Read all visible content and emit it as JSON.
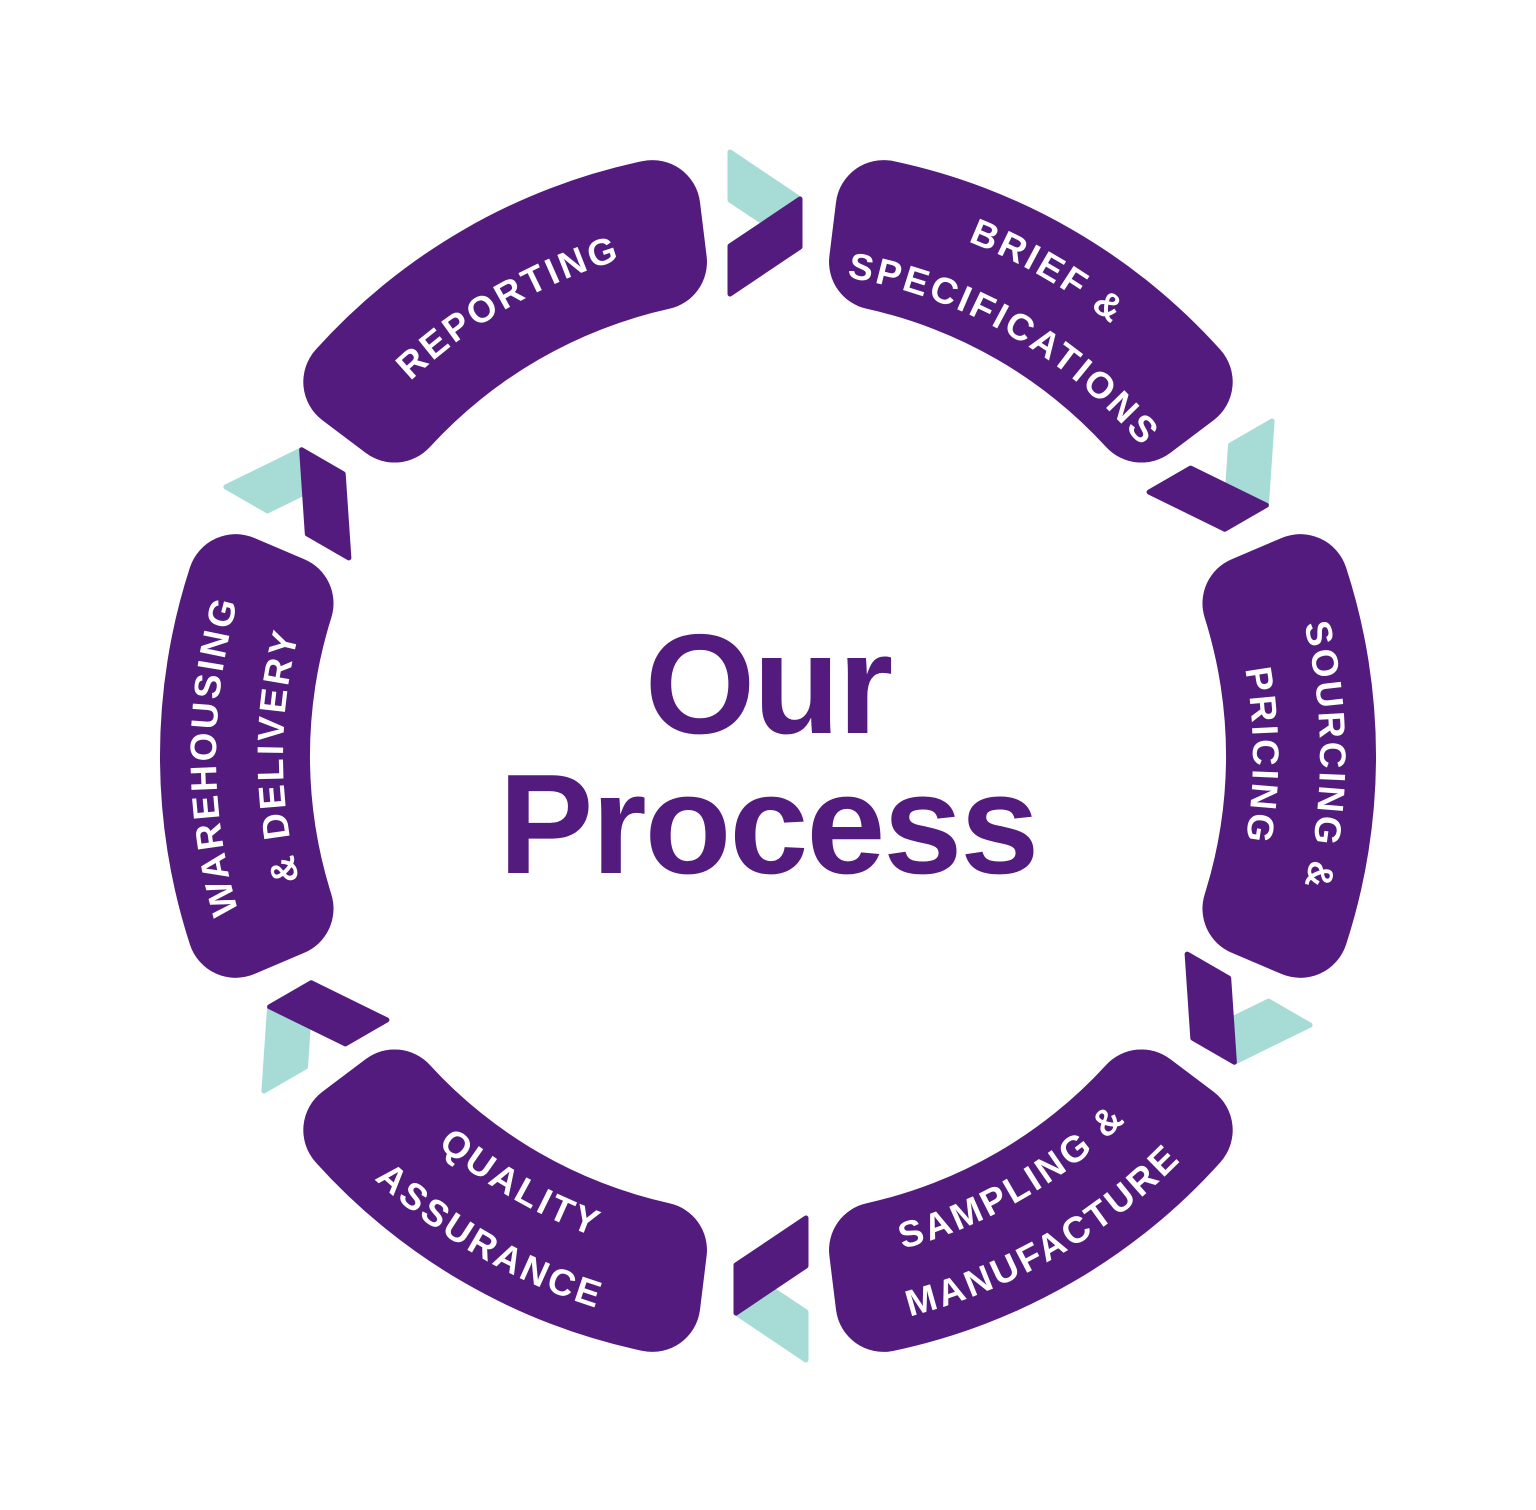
{
  "diagram": {
    "title": {
      "line1": "Our",
      "line2": "Process"
    },
    "steps": [
      {
        "id": "brief-specifications",
        "lines": [
          "BRIEF &",
          "SPECIFICATIONS"
        ],
        "angle": 60,
        "flip": false
      },
      {
        "id": "sourcing-pricing",
        "lines": [
          "SOURCING &",
          "PRICING"
        ],
        "angle": 0,
        "flip": false
      },
      {
        "id": "sampling-manufacture",
        "lines": [
          "SAMPLING &",
          "MANUFACTURE"
        ],
        "angle": 300,
        "flip": true
      },
      {
        "id": "quality-assurance",
        "lines": [
          "QUALITY",
          "ASSURANCE"
        ],
        "angle": 240,
        "flip": true
      },
      {
        "id": "warehousing-delivery",
        "lines": [
          "WAREHOUSING",
          "& DELIVERY"
        ],
        "angle": 180,
        "flip": false
      },
      {
        "id": "reporting",
        "lines": [
          "REPORTING"
        ],
        "angle": 120,
        "flip": false
      }
    ],
    "connectors": {
      "icon": "chevron-arrow",
      "direction": "clockwise",
      "angles": [
        90,
        30,
        330,
        270,
        210,
        150
      ]
    },
    "colors": {
      "purple": "#541b7e",
      "teal": "#a6dbd6",
      "label_text": "#ffffff",
      "background": "#ffffff"
    }
  }
}
